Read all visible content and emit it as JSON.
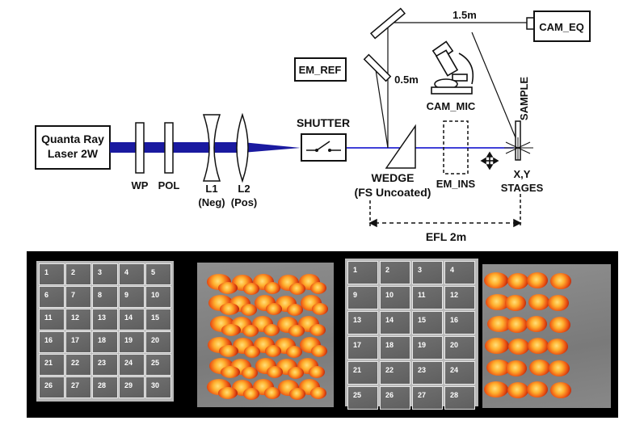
{
  "setup": {
    "laser": [
      "Quanta Ray",
      "Laser 2W"
    ],
    "wp": "WP",
    "pol": "POL",
    "l1": [
      "L1",
      "(Neg)"
    ],
    "l2": [
      "L2",
      "(Pos)"
    ],
    "shutter": "SHUTTER",
    "wedge": [
      "WEDGE",
      "(FS Uncoated)"
    ],
    "em_ref": "EM_REF",
    "cam_eq": "CAM_EQ",
    "cam_mic": "CAM_MIC",
    "sample": "SAMPLE",
    "em_ins": "EM_INS",
    "stages": [
      "X,Y",
      "STAGES"
    ],
    "dist_long": "1.5m",
    "dist_short": "0.5m",
    "efl": "EFL 2m"
  },
  "colors": {
    "beam": "#1a1aa0",
    "beam_core": "#0000cc",
    "spot_hot": "#ffb02e",
    "spot_edge": "#b3200b"
  },
  "grids": {
    "left": [
      [
        "1",
        "2",
        "3",
        "4",
        "5"
      ],
      [
        "6",
        "7",
        "8",
        "9",
        "10"
      ],
      [
        "11",
        "12",
        "13",
        "14",
        "15"
      ],
      [
        "16",
        "17",
        "18",
        "19",
        "20"
      ],
      [
        "21",
        "22",
        "23",
        "24",
        "25"
      ],
      [
        "26",
        "27",
        "28",
        "29",
        "30"
      ]
    ],
    "right": [
      [
        "1",
        "2",
        "3",
        "4"
      ],
      [
        "9",
        "10",
        "11",
        "12"
      ],
      [
        "13",
        "14",
        "15",
        "16"
      ],
      [
        "17",
        "18",
        "19",
        "20"
      ],
      [
        "21",
        "22",
        "23",
        "24"
      ],
      [
        "25",
        "26",
        "27",
        "28"
      ]
    ]
  }
}
